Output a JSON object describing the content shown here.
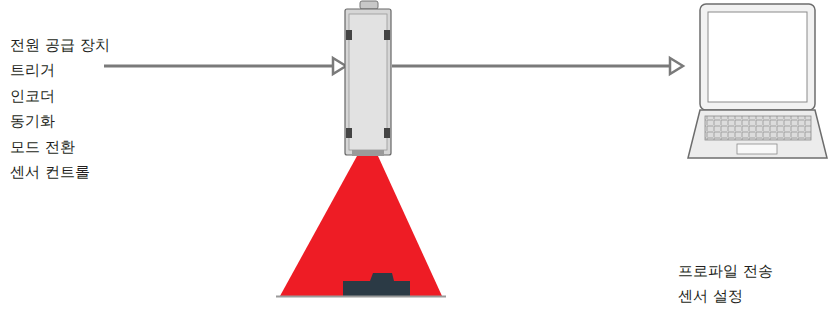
{
  "diagram": {
    "labels": [
      "전원 공급 장치",
      "트리거",
      "인코더",
      "동기화",
      "모드 전환",
      "센서 컨트롤",
      "프로파일 전송",
      "센서 설정"
    ]
  }
}
